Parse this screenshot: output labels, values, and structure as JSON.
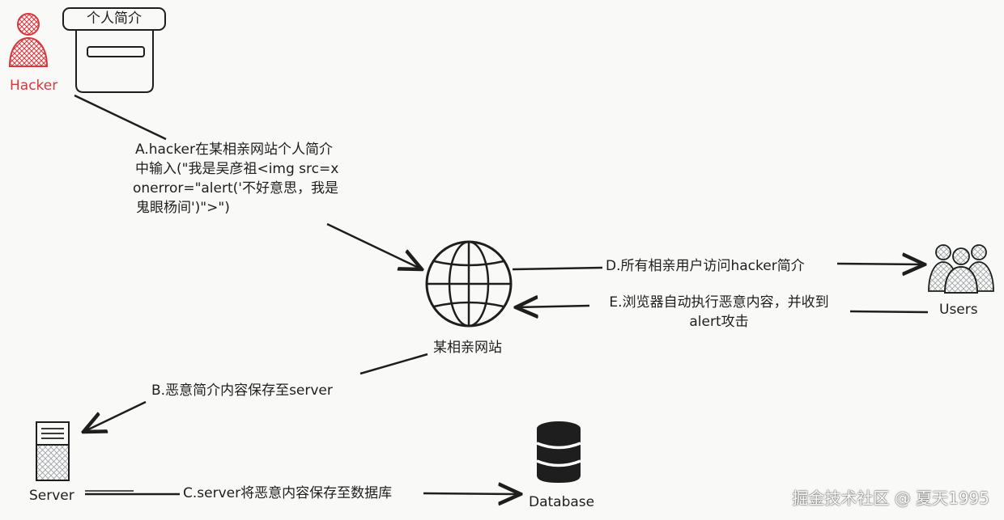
{
  "nodes": {
    "hacker": "Hacker",
    "profile_box": "个人简介",
    "website": "某相亲网站",
    "users": "Users",
    "server": "Server",
    "database": "Database"
  },
  "edges": {
    "a": [
      "A.hacker在某相亲网站个人简介",
      "中输入(\"我是吴彦祖<img src=x",
      "onerror=\"alert('不好意思，我是",
      "鬼眼杨间')\">\")"
    ],
    "b": "B.恶意简介内容保存至server",
    "c": "C.server将恶意内容保存至数据库",
    "d": "D.所有相亲用户访问hacker简介",
    "e": [
      "E.浏览器自动执行恶意内容，并收到",
      "alert攻击"
    ]
  },
  "watermark": "掘金技术社区 @ 夏天1995",
  "colors": {
    "ink": "#1e1e1e",
    "hacker": "#d9363e",
    "background": "#f9f9f7"
  },
  "icons": [
    "hacker-icon",
    "profile-box-icon",
    "globe-icon",
    "users-icon",
    "server-icon",
    "database-icon"
  ]
}
